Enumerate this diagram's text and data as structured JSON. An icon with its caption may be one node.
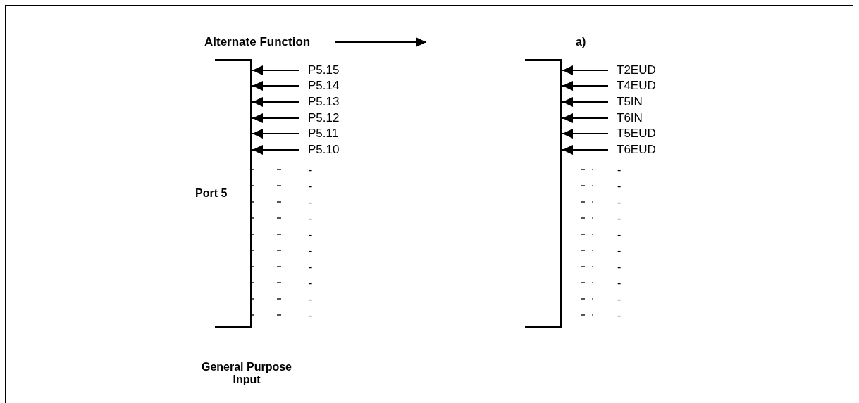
{
  "diagram": {
    "nodes": [
      {
        "text": [],
        "shape": "bar"
      },
      {
        "text": [],
        "shape": "bar"
      },
      {
        "text": [
          "P5.15"
        ]
      },
      {
        "text": [
          "P5.14"
        ]
      },
      {
        "text": [
          "P5.13"
        ]
      },
      {
        "text": [
          "P5.12"
        ]
      },
      {
        "text": [
          "P5.11"
        ]
      },
      {
        "text": [
          "P5.10"
        ]
      },
      {
        "text": [
          "T2EUD"
        ]
      },
      {
        "text": [
          "T4EUD"
        ]
      },
      {
        "text": [
          "T5IN"
        ]
      },
      {
        "text": [
          "T6IN"
        ]
      },
      {
        "text": [
          "T5EUD"
        ]
      },
      {
        "text": [
          "T6EUD"
        ]
      },
      {
        "text": [
          "Alternate Function"
        ]
      }
    ],
    "edges": [
      {
        "from": 2,
        "to": 0,
        "arrow": "to"
      },
      {
        "from": 3,
        "to": 0,
        "arrow": "to"
      },
      {
        "from": 4,
        "to": 0,
        "arrow": "to"
      },
      {
        "from": 5,
        "to": 0,
        "arrow": "to"
      },
      {
        "from": 6,
        "to": 0,
        "arrow": "to"
      },
      {
        "from": 7,
        "to": 0,
        "arrow": "to"
      },
      {
        "from": 8,
        "to": 1,
        "arrow": "to"
      },
      {
        "from": 9,
        "to": 1,
        "arrow": "to"
      },
      {
        "from": 10,
        "to": 1,
        "arrow": "to"
      },
      {
        "from": 11,
        "to": 1,
        "arrow": "to"
      },
      {
        "from": 12,
        "to": 1,
        "arrow": "to"
      },
      {
        "from": 13,
        "to": 1,
        "arrow": "to"
      },
      {
        "from": 14,
        "to": null,
        "arrow": "to"
      }
    ],
    "labels": [
      "a)",
      "Port 5",
      "General Purpose Input",
      "-",
      "-",
      "-",
      "-",
      "-",
      "-",
      "-",
      "-",
      "-",
      "-",
      "-",
      "-",
      "-",
      "-",
      "-",
      "-",
      "-",
      "-",
      "-",
      "-"
    ]
  }
}
